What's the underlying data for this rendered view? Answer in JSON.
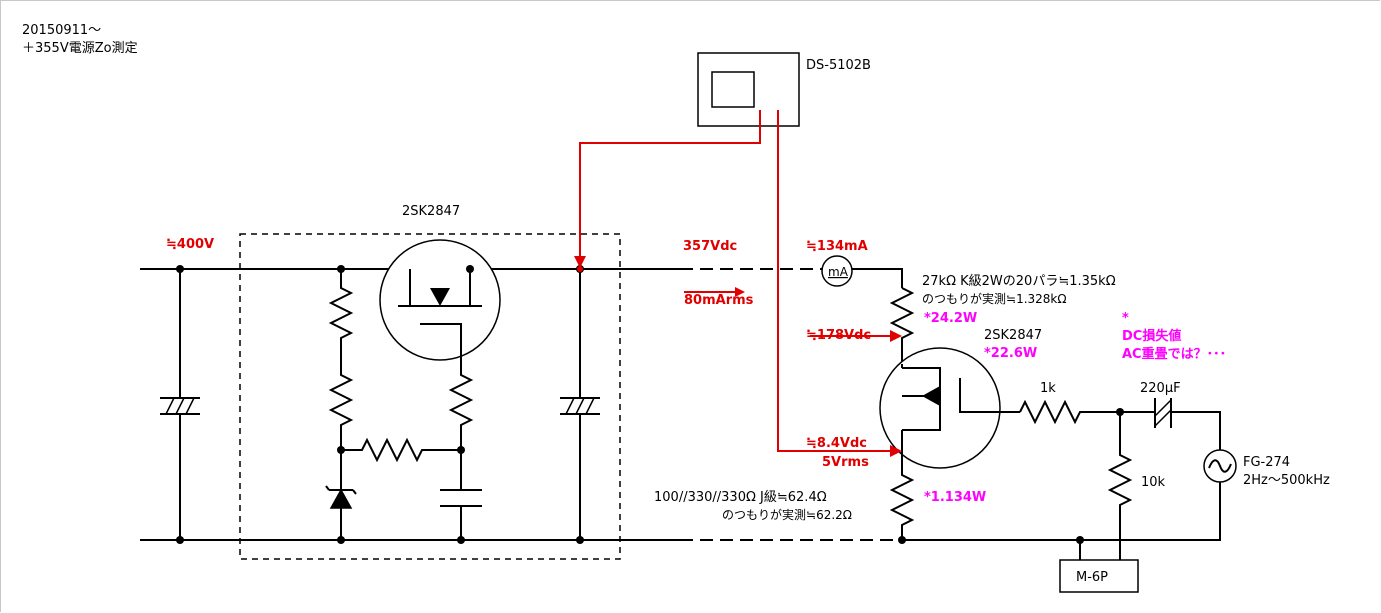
{
  "header": {
    "line1": "20150911～",
    "line2": "＋355V電源Zo測定"
  },
  "scope": {
    "label": "DS-5102B"
  },
  "regulator": {
    "label": "2SK2847"
  },
  "voltages": {
    "input": "≒400V",
    "output": "357Vdc",
    "current_meter": "≒134mA",
    "ripple_current": "80mArms",
    "gate": "≒178Vdc",
    "source": "≒8.4Vdc",
    "source_ac": "5Vrms"
  },
  "meter": {
    "label": "mA"
  },
  "load": {
    "r_top_line1": "27kΩ K級2Wの20パラ≒1.35kΩ",
    "r_top_line2": "のつもりが実測≒1.328kΩ",
    "r_top_power": "*24.2W",
    "fet_label": "2SK2847",
    "fet_power": "*22.6W",
    "r_bot_line1": "100//330//330Ω J級≒62.4Ω",
    "r_bot_line2": "のつもりが実測≒62.2Ω",
    "r_bot_power": "*1.134W"
  },
  "note": {
    "star": "*",
    "line1": "DC損失値",
    "line2": "AC重畳では？･･･"
  },
  "drive": {
    "r_series": "1k",
    "cap": "220μF",
    "r_shunt": "10k",
    "gen_line1": "FG-274",
    "gen_line2": "2Hz～500kHz",
    "meter_box": "M-6P"
  }
}
